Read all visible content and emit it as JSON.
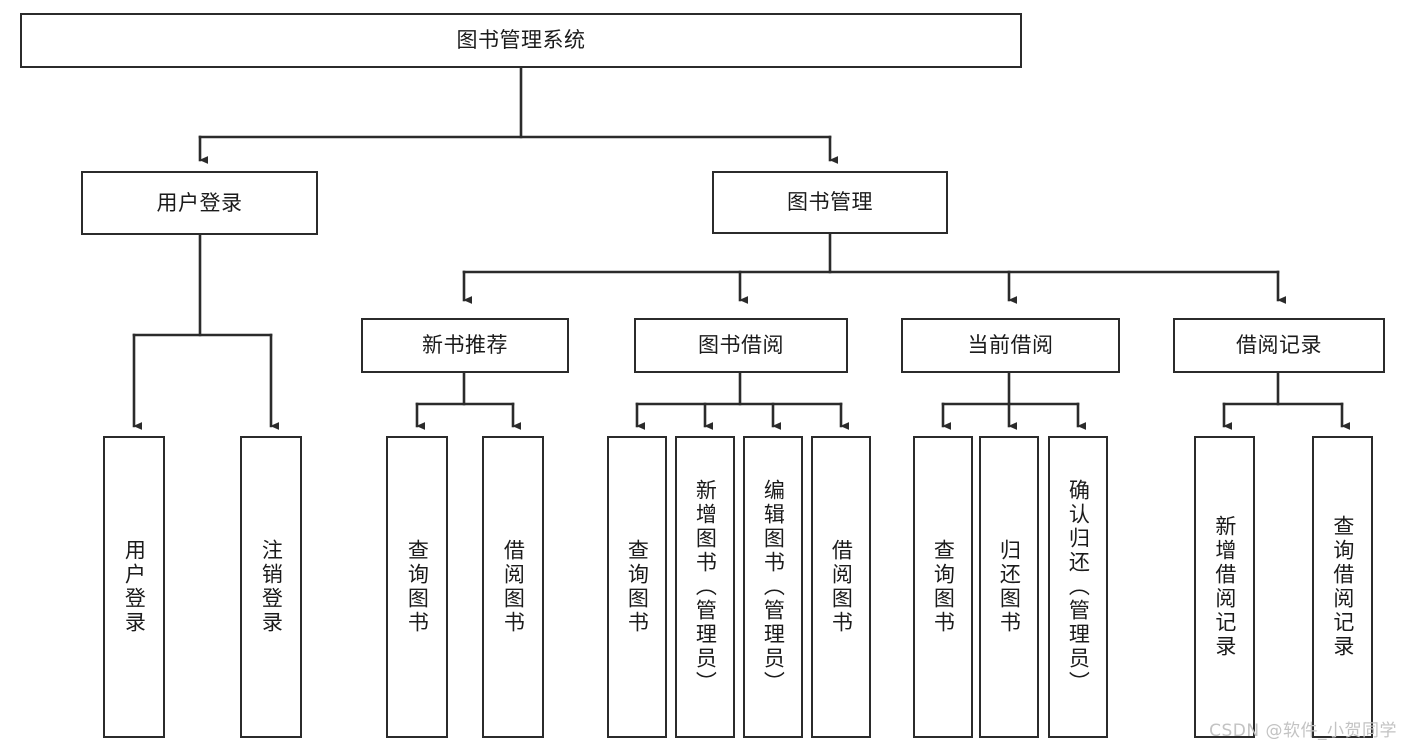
{
  "diagram": {
    "title": "图书管理系统",
    "type": "tree-hierarchy",
    "watermark": "CSDN @软件_小贺同学",
    "style": {
      "box_border_color": "#2b2b2b",
      "box_fill_color": "#ffffff",
      "edge_color": "#2b2b2b",
      "text_color": "#1b1b1b",
      "watermark_color": "#c3c3c3",
      "background": "#ffffff"
    },
    "root": {
      "id": "root",
      "label": "图书管理系统"
    },
    "level2": [
      {
        "id": "user-login",
        "label": "用户登录"
      },
      {
        "id": "book-manage",
        "label": "图书管理"
      }
    ],
    "level3": [
      {
        "id": "new-book-rec",
        "label": "新书推荐",
        "parent": "book-manage"
      },
      {
        "id": "book-borrow",
        "label": "图书借阅",
        "parent": "book-manage"
      },
      {
        "id": "current-borrow",
        "label": "当前借阅",
        "parent": "book-manage"
      },
      {
        "id": "borrow-record",
        "label": "借阅记录",
        "parent": "book-manage"
      }
    ],
    "leaves": [
      {
        "id": "leaf-user-login",
        "label": "用户登录",
        "parent": "user-login"
      },
      {
        "id": "leaf-user-logout",
        "label": "注销登录",
        "parent": "user-login"
      },
      {
        "id": "leaf-rec-query-book",
        "label": "查询图书",
        "parent": "new-book-rec"
      },
      {
        "id": "leaf-rec-borrow-book",
        "label": "借阅图书",
        "parent": "new-book-rec"
      },
      {
        "id": "leaf-borrow-query-book",
        "label": "查询图书",
        "parent": "book-borrow"
      },
      {
        "id": "leaf-borrow-add-book",
        "label": "新增图书（管理员）",
        "parent": "book-borrow"
      },
      {
        "id": "leaf-borrow-edit-book",
        "label": "编辑图书（管理员）",
        "parent": "book-borrow"
      },
      {
        "id": "leaf-borrow-borrow-book",
        "label": "借阅图书",
        "parent": "book-borrow"
      },
      {
        "id": "leaf-cur-query-book",
        "label": "查询图书",
        "parent": "current-borrow"
      },
      {
        "id": "leaf-cur-return-book",
        "label": "归还图书",
        "parent": "current-borrow"
      },
      {
        "id": "leaf-cur-confirm-return",
        "label": "确认归还（管理员）",
        "parent": "current-borrow"
      },
      {
        "id": "leaf-rec-add-record",
        "label": "新增借阅记录",
        "parent": "borrow-record"
      },
      {
        "id": "leaf-rec-query-record",
        "label": "查询借阅记录",
        "parent": "borrow-record"
      }
    ]
  }
}
